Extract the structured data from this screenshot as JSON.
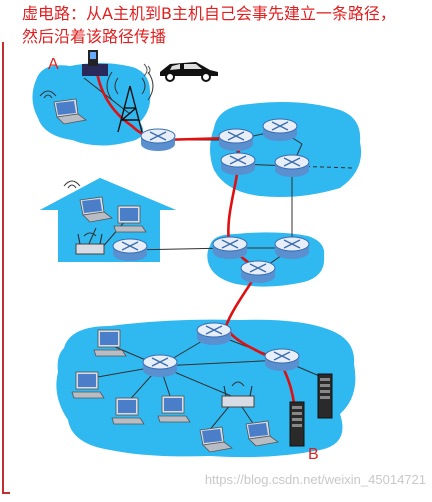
{
  "title_line1": "虚电路：从A主机到B主机自己会事先建立一条路径，",
  "title_line2": "然后沿着该路径传播",
  "label_a": "A",
  "label_b": "B",
  "watermark": "https://blog.csdn.net/weixin_45014721",
  "colors": {
    "accent": "#e02020",
    "cloud": "#30b8f0",
    "path": "#e01010",
    "link": "#303030"
  }
}
